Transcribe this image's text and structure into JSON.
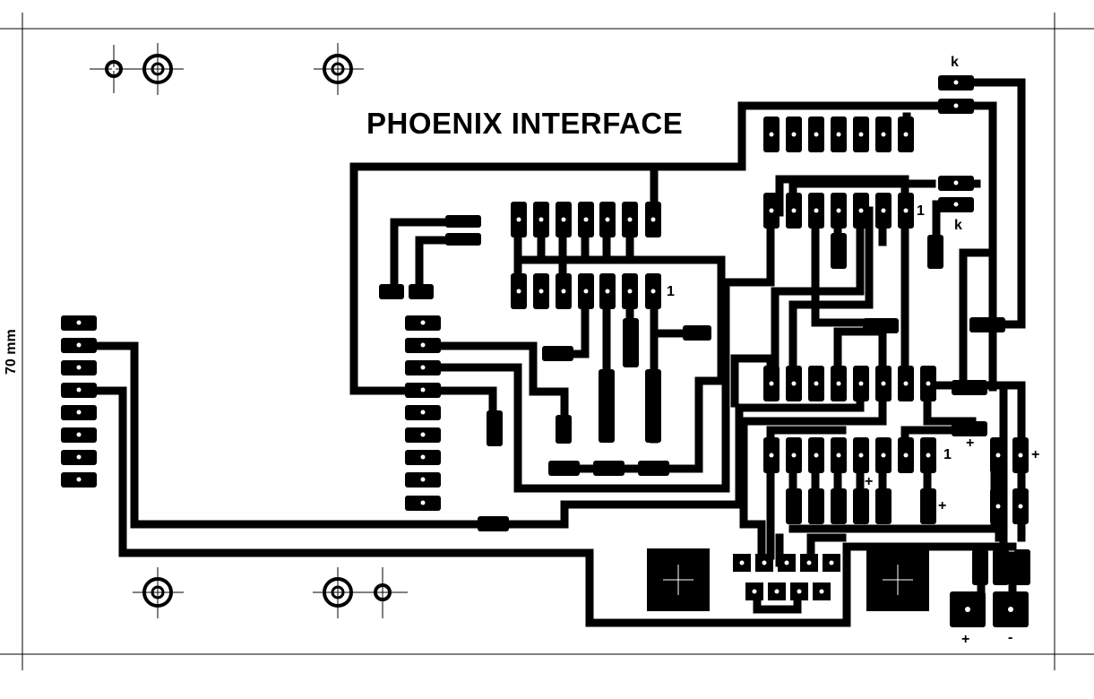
{
  "title": "PHOENIX  INTERFACE",
  "dimension_label": "70  mm",
  "pin_labels": {
    "pin1": "1",
    "k": "k",
    "plus": "+",
    "minus": "-"
  },
  "colors": {
    "copper": "#000000",
    "background": "#ffffff"
  }
}
